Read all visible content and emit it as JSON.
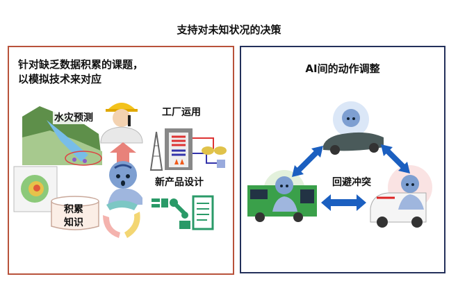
{
  "title": "支持对未知状况的决策",
  "left_panel": {
    "heading_line1": "针对缺乏数据积累的课题，",
    "heading_line2": "以模拟技术来对应",
    "labels": {
      "flood": "水灾预测",
      "factory": "工厂运用",
      "product": "新产品设计",
      "knowledge_line1": "积累",
      "knowledge_line2": "知识"
    },
    "colors": {
      "border": "#b8523a"
    }
  },
  "right_panel": {
    "heading": "AI间的动作调整",
    "center_label": "回避冲突",
    "colors": {
      "border": "#23305a",
      "arrow": "#1b5fc0"
    }
  }
}
